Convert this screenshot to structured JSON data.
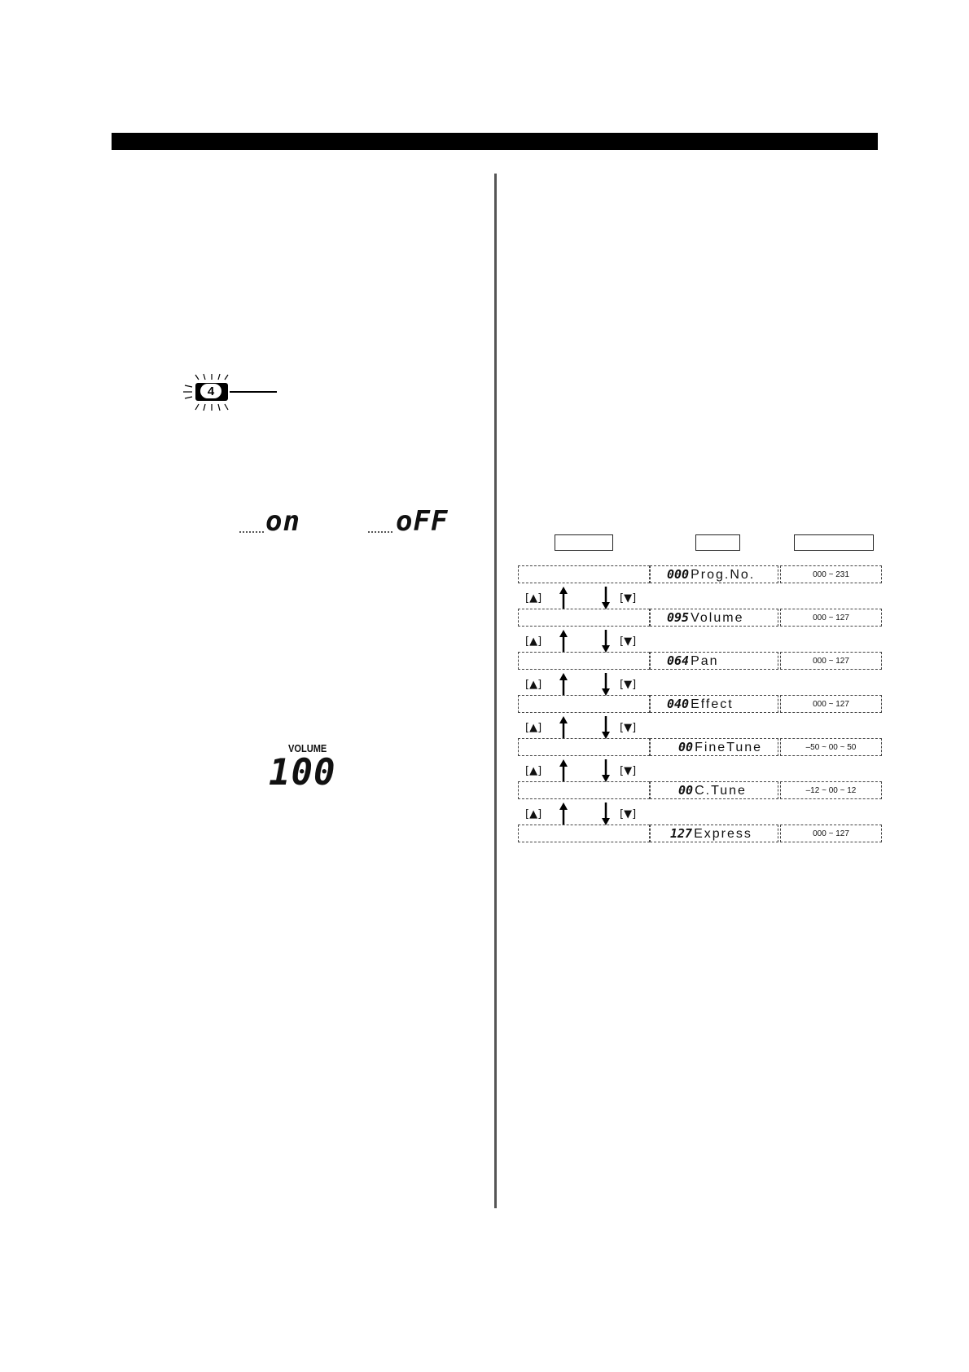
{
  "badge": {
    "number": "4"
  },
  "toggle": {
    "on_text": "on",
    "off_text": "oFF"
  },
  "volume": {
    "label": "VOLUME",
    "value": "100"
  },
  "diagram": {
    "nav_up": "[▲]",
    "nav_down": "[▼]",
    "rows": [
      {
        "value": "000",
        "name": "Prog.No.",
        "range": "000 ~ 231"
      },
      {
        "value": "095",
        "name": "Volume",
        "range": "000 ~ 127"
      },
      {
        "value": "064",
        "name": "Pan",
        "range": "000 ~ 127"
      },
      {
        "value": "040",
        "name": "Effect",
        "range": "000 ~ 127"
      },
      {
        "value": "00",
        "name": "FineTune",
        "range": "–50 ~ 00 ~ 50"
      },
      {
        "value": "00",
        "name": "C.Tune",
        "range": "–12 ~ 00 ~ 12"
      },
      {
        "value": "127",
        "name": "Express",
        "range": "000 ~ 127"
      }
    ]
  }
}
